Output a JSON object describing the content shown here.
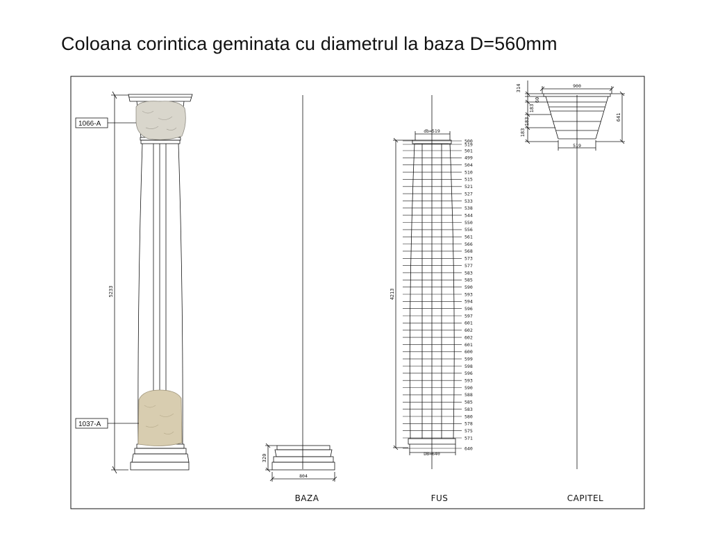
{
  "title": "Coloana corintica geminata cu diametrul la baza D=560mm",
  "colors": {
    "line": "#111111",
    "stone": "#d9d6cc",
    "stone_warm": "#d8cdb0"
  },
  "column": {
    "height_label": "5233",
    "tag_top": "1066-A",
    "tag_bottom": "1037-A",
    "top_stone_icon": "stone-fragment-icon",
    "bottom_stone_icon": "stone-fragment-icon"
  },
  "baza": {
    "label": "BAZA",
    "width_label": "804",
    "height_label": "320"
  },
  "fus": {
    "label": "FUS",
    "top_label": "db=519",
    "bottom_label": "DB=640",
    "height_label": "4213",
    "diameters": [
      "500",
      "519",
      "501",
      "499",
      "504",
      "510",
      "515",
      "521",
      "527",
      "533",
      "538",
      "544",
      "550",
      "556",
      "561",
      "566",
      "568",
      "573",
      "577",
      "583",
      "585",
      "590",
      "593",
      "594",
      "596",
      "597",
      "601",
      "602",
      "602",
      "601",
      "600",
      "599",
      "598",
      "596",
      "593",
      "590",
      "588",
      "585",
      "583",
      "580",
      "578",
      "575",
      "571",
      "640"
    ]
  },
  "capitel": {
    "label": "CAPITEL",
    "top_label": "900",
    "bottom_label": "519",
    "height_label": "641",
    "left_labels": [
      "314",
      "60",
      "183",
      "183",
      "183"
    ]
  }
}
